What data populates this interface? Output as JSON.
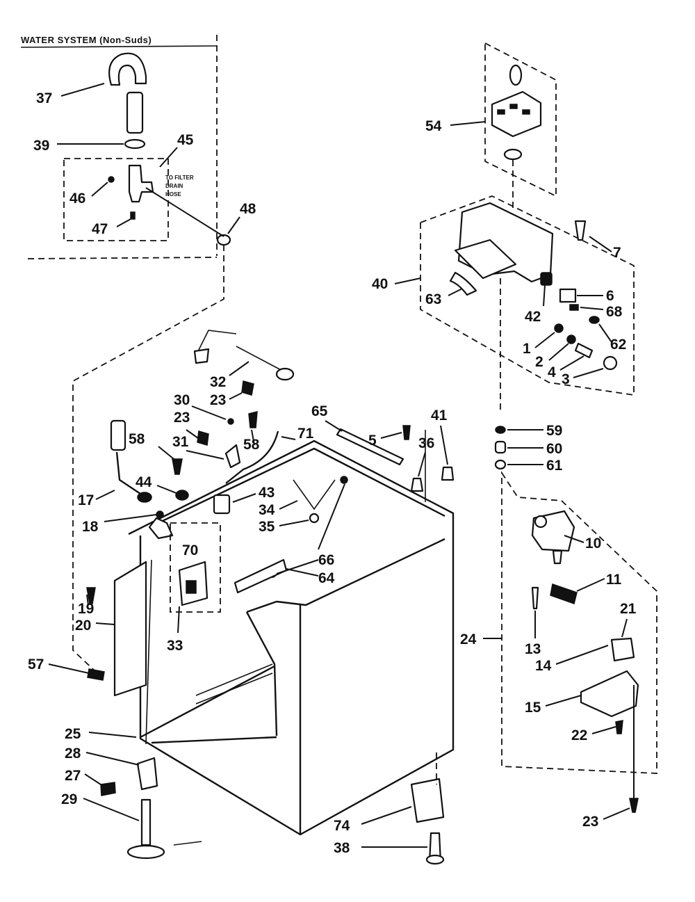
{
  "title": "WATER SYSTEM (Non-Suds)",
  "note": [
    "TO FILTER",
    "DRAIN",
    "HOSE"
  ],
  "labels": {
    "l37": "37",
    "l39": "39",
    "l45": "45",
    "l46": "46",
    "l47": "47",
    "l48": "48",
    "l54": "54",
    "l40": "40",
    "l63": "63",
    "l7": "7",
    "l6": "6",
    "l68": "68",
    "l42": "42",
    "l62": "62",
    "l1": "1",
    "l2": "2",
    "l4": "4",
    "l3": "3",
    "l59": "59",
    "l60": "60",
    "l61": "61",
    "l10": "10",
    "l11": "11",
    "l24": "24",
    "l13": "13",
    "l21": "21",
    "l14": "14",
    "l15": "15",
    "l22": "22",
    "l23b": "23",
    "l32": "32",
    "l23a": "23",
    "l30": "30",
    "l23c": "23",
    "l31": "31",
    "l58a": "58",
    "l58b": "58",
    "l65": "65",
    "l5": "5",
    "l36": "36",
    "l41": "41",
    "l71": "71",
    "l17": "17",
    "l44": "44",
    "l18": "18",
    "l43": "43",
    "l34": "34",
    "l35": "35",
    "l70": "70",
    "l66": "66",
    "l64": "64",
    "l19": "19",
    "l20": "20",
    "l33": "33",
    "l57": "57",
    "l25": "25",
    "l28": "28",
    "l27": "27",
    "l29": "29",
    "l74": "74",
    "l38": "38"
  }
}
